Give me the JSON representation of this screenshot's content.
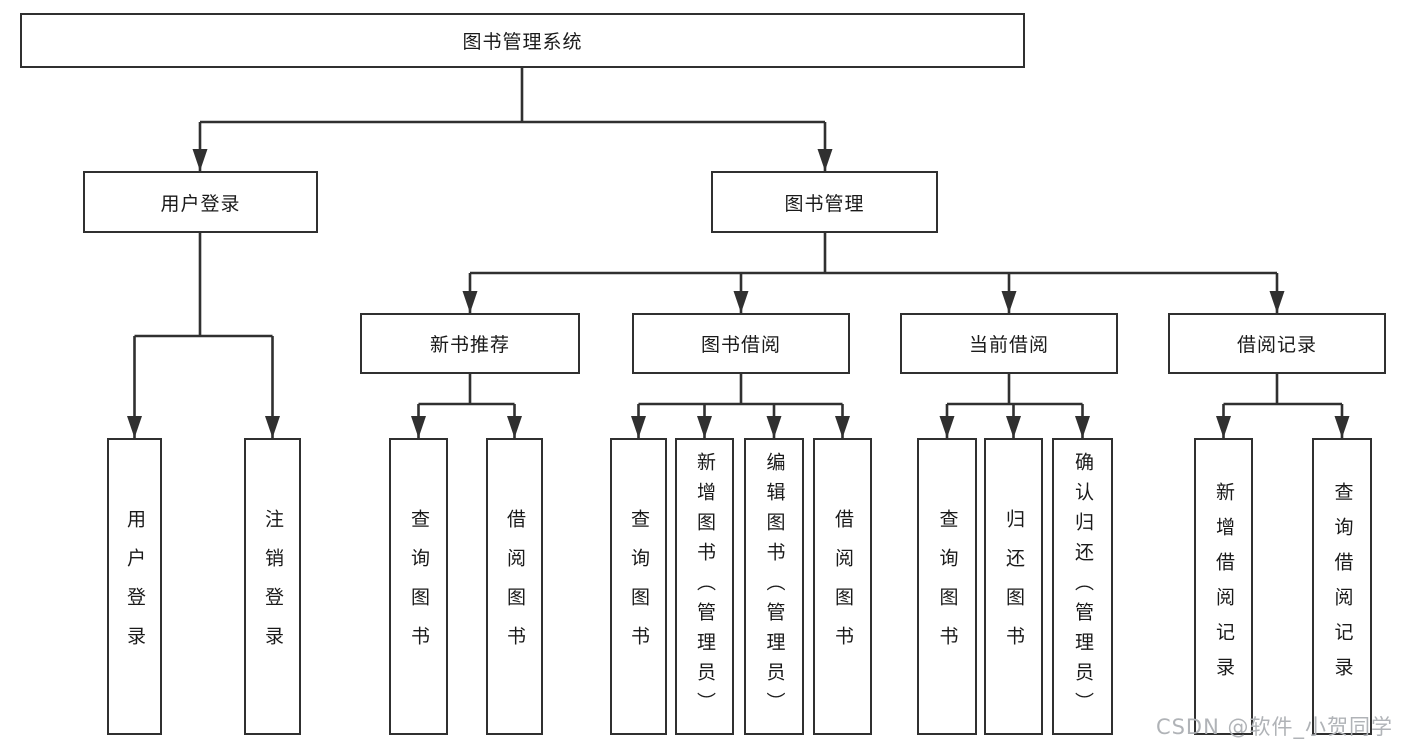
{
  "root": {
    "label": "图书管理系统"
  },
  "branches": [
    {
      "label": "用户登录",
      "leaves": [
        {
          "label": "用户登录"
        },
        {
          "label": "注销登录"
        }
      ]
    },
    {
      "label": "图书管理",
      "sections": [
        {
          "label": "新书推荐",
          "leaves": [
            {
              "label": "查询图书"
            },
            {
              "label": "借阅图书"
            }
          ]
        },
        {
          "label": "图书借阅",
          "leaves": [
            {
              "label": "查询图书"
            },
            {
              "label": "新增图书（管理员）"
            },
            {
              "label": "编辑图书（管理员）"
            },
            {
              "label": "借阅图书"
            }
          ]
        },
        {
          "label": "当前借阅",
          "leaves": [
            {
              "label": "查询图书"
            },
            {
              "label": "归还图书"
            },
            {
              "label": "确认归还（管理员）"
            }
          ]
        },
        {
          "label": "借阅记录",
          "leaves": [
            {
              "label": "新增借阅记录"
            },
            {
              "label": "查询借阅记录"
            }
          ]
        }
      ]
    }
  ],
  "watermark": {
    "text": "CSDN @软件_小贺同学"
  },
  "colors": {
    "line": "#303030",
    "border": "#303030",
    "text": "#1a1a1a",
    "watermark": "#b0b3b7",
    "background": "#ffffff"
  }
}
